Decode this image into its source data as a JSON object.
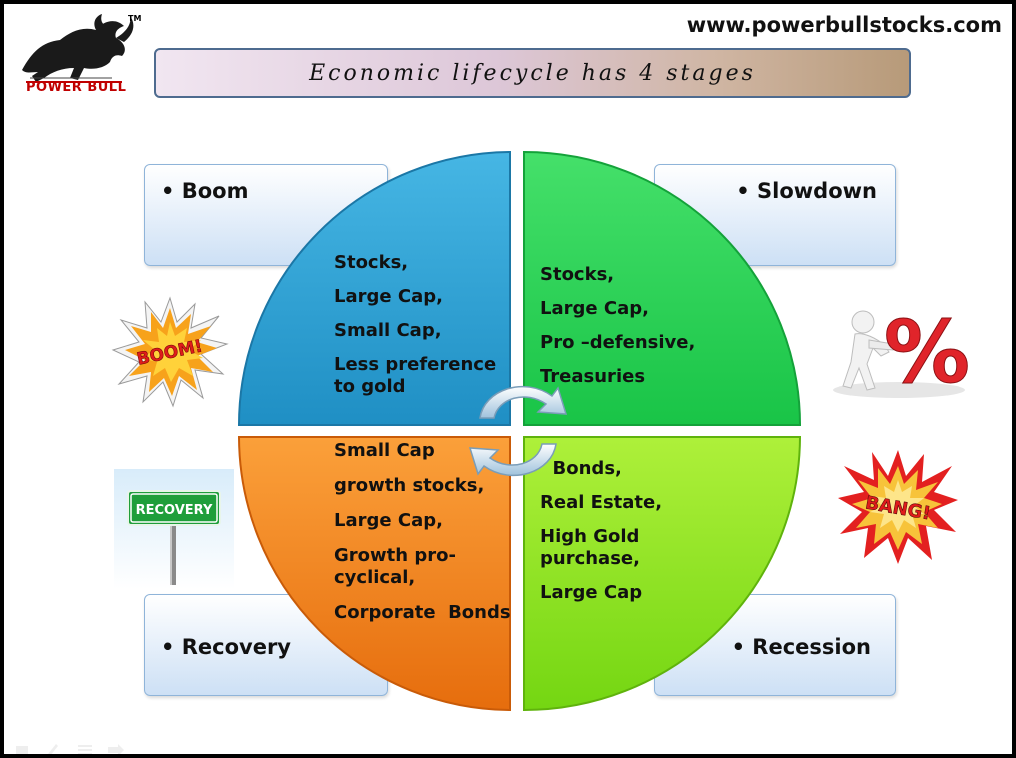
{
  "header": {
    "logo_text": "POWER BULL",
    "trademark": "TM",
    "url": "www.powerbullstocks.com",
    "title": "Economic lifecycle has 4 stages"
  },
  "stages": {
    "boom": "• Boom",
    "slowdown": "• Slowdown",
    "recovery": "• Recovery",
    "recession": "• Recession"
  },
  "quadrants": {
    "boom_items": [
      "Stocks,",
      "Large Cap,",
      "Small Cap,",
      "Less preference to gold"
    ],
    "slowdown_items": [
      "Stocks,",
      "Large Cap,",
      "Pro –defensive,",
      "Treasuries"
    ],
    "recovery_items": [
      "Small Cap",
      "growth stocks,",
      "Large Cap,",
      "Growth pro-cyclical,",
      "Corporate  Bonds"
    ],
    "recession_items": [
      "  Bonds,",
      "Real Estate,",
      "High Gold purchase,",
      "Large Cap"
    ]
  },
  "images": {
    "boom_burst_text": "BOOM!",
    "bang_burst_text": "BANG!",
    "recovery_sign_text": "RECOVERY",
    "percent_symbol": "%"
  },
  "colors": {
    "boom": "#2aa0d4",
    "slowdown": "#2fd65a",
    "recovery": "#f08017",
    "recession": "#8fe419"
  }
}
